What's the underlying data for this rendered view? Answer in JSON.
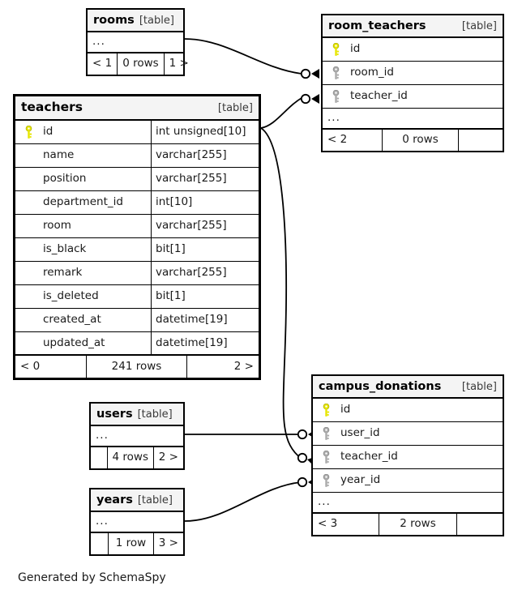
{
  "footer_note": "Generated by SchemaSpy",
  "kind_label": "[table]",
  "ellipsis": "...",
  "colors": {
    "primary_key": "#e6e600",
    "foreign_key": "#aaaaaa",
    "header_bg": "#f4f4f4",
    "border": "#000000",
    "page_bg": "#ffffff"
  },
  "tables": {
    "rooms": {
      "name": "rooms",
      "kind": "[table]",
      "ellipsis": "...",
      "footer": {
        "prev": "< 1",
        "rows": "0 rows",
        "next": "1 >"
      }
    },
    "room_teachers": {
      "name": "room_teachers",
      "kind": "[table]",
      "ellipsis": "...",
      "columns": [
        {
          "name": "id",
          "key": "primary"
        },
        {
          "name": "room_id",
          "key": "foreign"
        },
        {
          "name": "teacher_id",
          "key": "foreign"
        }
      ],
      "footer": {
        "prev": "< 2",
        "rows": "0 rows",
        "next": ""
      }
    },
    "teachers": {
      "name": "teachers",
      "kind": "[table]",
      "columns": [
        {
          "name": "id",
          "type": "int unsigned[10]",
          "key": "primary"
        },
        {
          "name": "name",
          "type": "varchar[255]",
          "key": "none"
        },
        {
          "name": "position",
          "type": "varchar[255]",
          "key": "none"
        },
        {
          "name": "department_id",
          "type": "int[10]",
          "key": "none"
        },
        {
          "name": "room",
          "type": "varchar[255]",
          "key": "none"
        },
        {
          "name": "is_black",
          "type": "bit[1]",
          "key": "none"
        },
        {
          "name": "remark",
          "type": "varchar[255]",
          "key": "none"
        },
        {
          "name": "is_deleted",
          "type": "bit[1]",
          "key": "none"
        },
        {
          "name": "created_at",
          "type": "datetime[19]",
          "key": "none"
        },
        {
          "name": "updated_at",
          "type": "datetime[19]",
          "key": "none"
        }
      ],
      "footer": {
        "prev": "< 0",
        "rows": "241 rows",
        "next": "2 >"
      }
    },
    "users": {
      "name": "users",
      "kind": "[table]",
      "ellipsis": "...",
      "footer": {
        "prev": "",
        "rows": "4 rows",
        "next": "2 >"
      }
    },
    "years": {
      "name": "years",
      "kind": "[table]",
      "ellipsis": "...",
      "footer": {
        "prev": "",
        "rows": "1 row",
        "next": "3 >"
      }
    },
    "campus_donations": {
      "name": "campus_donations",
      "kind": "[table]",
      "ellipsis": "...",
      "columns": [
        {
          "name": "id",
          "key": "primary"
        },
        {
          "name": "user_id",
          "key": "foreign"
        },
        {
          "name": "teacher_id",
          "key": "foreign"
        },
        {
          "name": "year_id",
          "key": "foreign"
        }
      ],
      "footer": {
        "prev": "< 3",
        "rows": "2 rows",
        "next": ""
      }
    }
  },
  "relationships": [
    {
      "from": "rooms",
      "to": "room_teachers.room_id"
    },
    {
      "from": "teachers",
      "to": "room_teachers.teacher_id"
    },
    {
      "from": "teachers",
      "to": "campus_donations.teacher_id"
    },
    {
      "from": "users",
      "to": "campus_donations.user_id"
    },
    {
      "from": "years",
      "to": "campus_donations.year_id"
    }
  ]
}
